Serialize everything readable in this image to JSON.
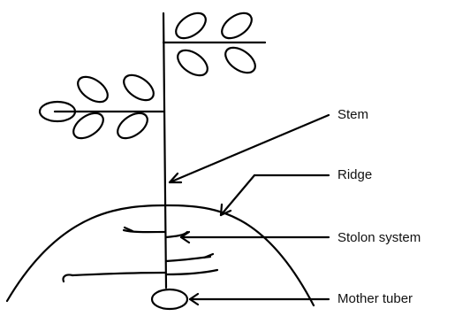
{
  "labels": {
    "stem": "Stem",
    "ridge": "Ridge",
    "stolon_system": "Stolon system",
    "mother_tuber": "Mother tuber"
  },
  "colors": {
    "line": "#000000",
    "background": "#ffffff"
  }
}
